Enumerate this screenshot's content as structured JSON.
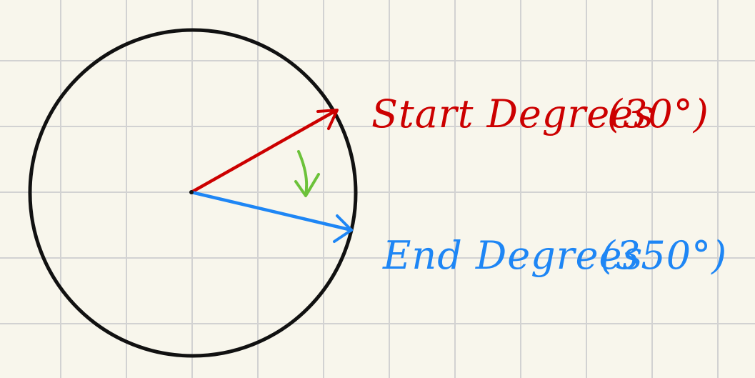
{
  "labels": {
    "start": "Start Degrees",
    "start_value": "(30°)",
    "end": "End Degrees",
    "end_value": "(350°)"
  },
  "colors": {
    "circle": "#111111",
    "start_arrow": "#cc0000",
    "end_arrow": "#1e86f5",
    "sweep_arrow": "#6cc23a",
    "grid": "#d2d2d2",
    "paper": "#f8f6ec"
  },
  "angles": {
    "start_degrees": 30,
    "end_degrees": 350
  }
}
